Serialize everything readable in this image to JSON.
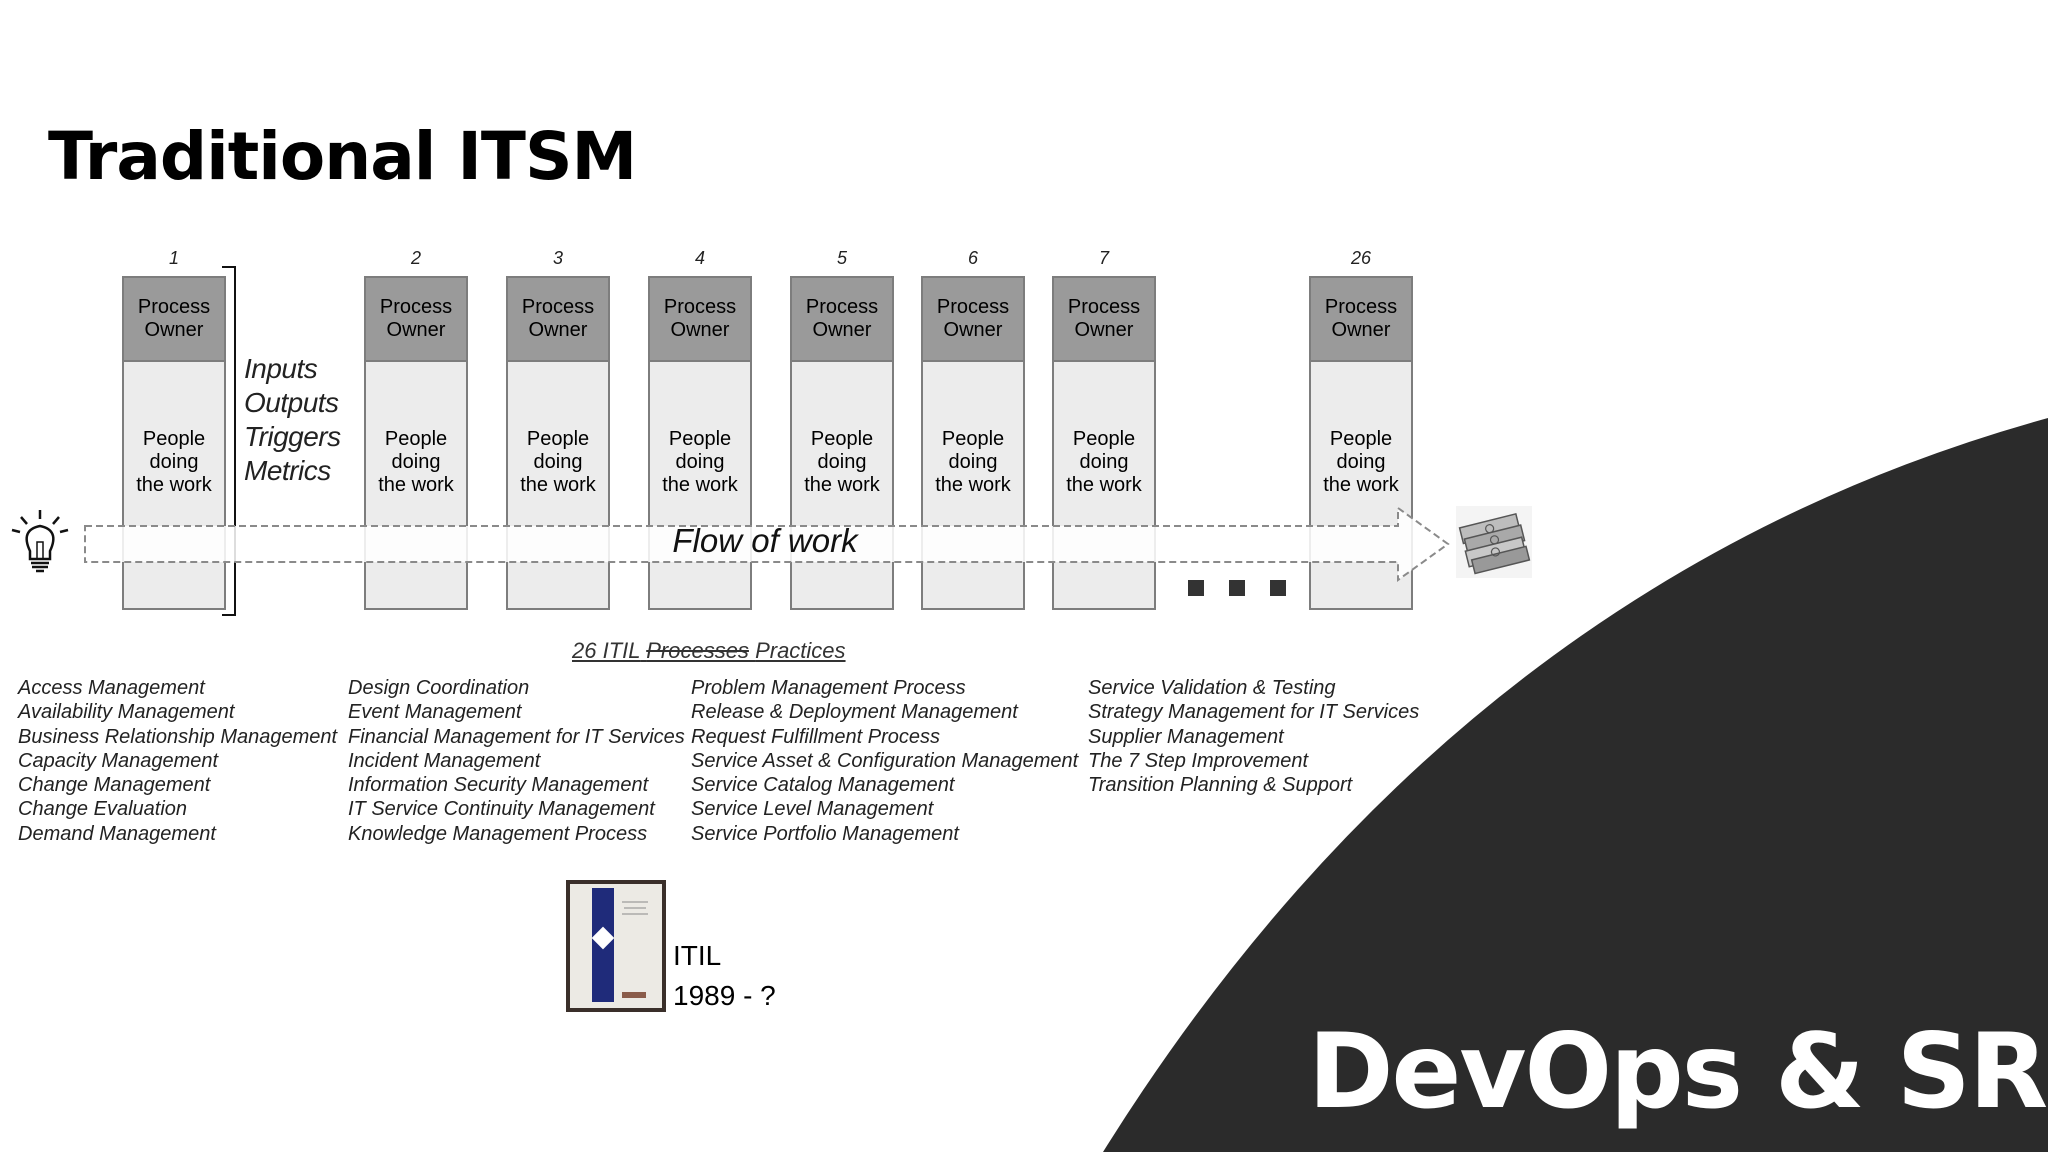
{
  "title": "Traditional ITSM",
  "columns": [
    {
      "num": "1"
    },
    {
      "num": "2"
    },
    {
      "num": "3"
    },
    {
      "num": "4"
    },
    {
      "num": "5"
    },
    {
      "num": "6"
    },
    {
      "num": "7"
    },
    {
      "num": "26"
    }
  ],
  "owner_lines": [
    "Process",
    "Owner"
  ],
  "people_lines": [
    "People",
    "doing",
    "the work"
  ],
  "attributes": [
    "Inputs",
    "Outputs",
    "Triggers",
    "Metrics"
  ],
  "flow_label": "Flow of work",
  "practices_title": {
    "prefix": "26 ITIL",
    "struck": "Processes",
    "replacement": "Practices"
  },
  "practices": [
    [
      "Access Management",
      "Availability Management",
      "Business Relationship Management",
      "Capacity Management",
      "Change Management",
      "Change Evaluation",
      "Demand Management"
    ],
    [
      "Design Coordination",
      "Event Management",
      "Financial Management for IT Services",
      "Incident Management",
      "Information Security Management",
      "IT Service Continuity Management",
      "Knowledge Management Process"
    ],
    [
      "Problem Management Process",
      "Release & Deployment Management",
      "Request Fulfillment Process",
      "Service Asset & Configuration Management",
      "Service Catalog Management",
      "Service Level Management",
      "Service Portfolio Management"
    ],
    [
      "Service Validation & Testing",
      "Strategy Management for IT Services",
      "Supplier Management",
      "The 7 Step Improvement",
      "Transition Planning & Support"
    ]
  ],
  "itil": {
    "name": "ITIL",
    "years": "1989 - ?"
  },
  "devops_label": "DevOps & SRE",
  "icons": {
    "start": "lightbulb-icon",
    "end": "money-stack-icon"
  },
  "colors": {
    "dark_band": "#2b2b2b",
    "owner_fill": "#9a9a9a",
    "column_fill": "#ececec",
    "border": "#7d7d7d"
  }
}
